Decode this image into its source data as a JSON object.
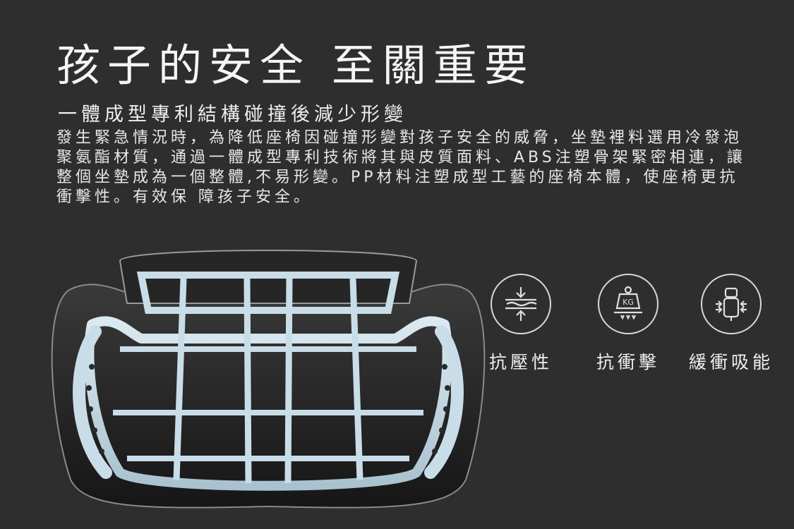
{
  "headline": "孩子的安全  至關重要",
  "subheadline": "一體成型專利結構碰撞後減少形變",
  "description": "發生緊急情況時，為降低座椅因碰撞形變對孩子安全的威脅，坐墊裡料選用冷發泡聚氨酯材質，通過一體成型專利技術將其與皮質面料、ABS注塑骨架緊密相連，讓整個坐墊成為一個整體,不易形變。PP材料注塑成型工藝的座椅本體，使座椅更抗衝擊性。有效保 障孩子安全。",
  "features": [
    {
      "label": "抗壓性",
      "icon": "compression-icon"
    },
    {
      "label": "抗衝擊",
      "icon": "kg-weight-icon",
      "icon_text": "KG"
    },
    {
      "label": "緩衝吸能",
      "icon": "seat-impact-icon"
    }
  ],
  "colors": {
    "background": "#2e2e2e",
    "frame": "#c9dde8",
    "cushion": "#1c1c1c"
  }
}
